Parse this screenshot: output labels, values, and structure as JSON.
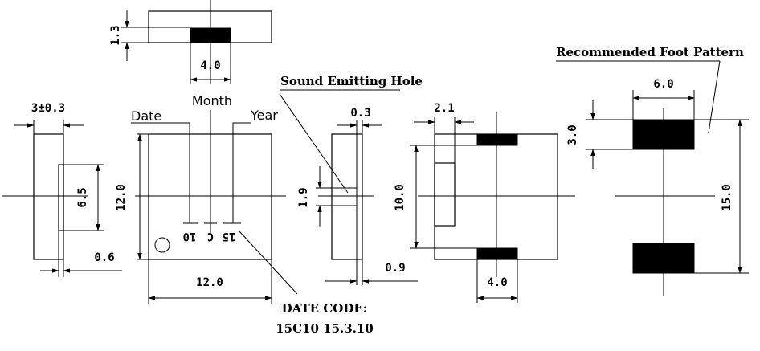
{
  "labels": {
    "recommended_foot_pattern": "Recommended Foot Pattern",
    "sound_emitting_hole": "Sound Emitting Hole",
    "date": "Date",
    "month": "Month",
    "year": "Year",
    "date_code_title": "DATE CODE:",
    "date_code_value": "15C10 15.3.10",
    "marking_left": "10",
    "marking_mid": "C",
    "marking_right": "15"
  },
  "dimensions": {
    "top_height": "1.3",
    "top_width": "4.0",
    "side_width": "3±0.3",
    "side_inner": "6.5",
    "side_bottom": "0.6",
    "front_height": "12.0",
    "front_width": "12.0",
    "hole_width": "0.3",
    "hole_height": "1.9",
    "hole_bottom": "0.9",
    "back_top": "2.1",
    "back_height": "10.0",
    "back_pad": "4.0",
    "foot_width": "6.0",
    "foot_pad_height": "3.0",
    "foot_total": "15.0"
  }
}
